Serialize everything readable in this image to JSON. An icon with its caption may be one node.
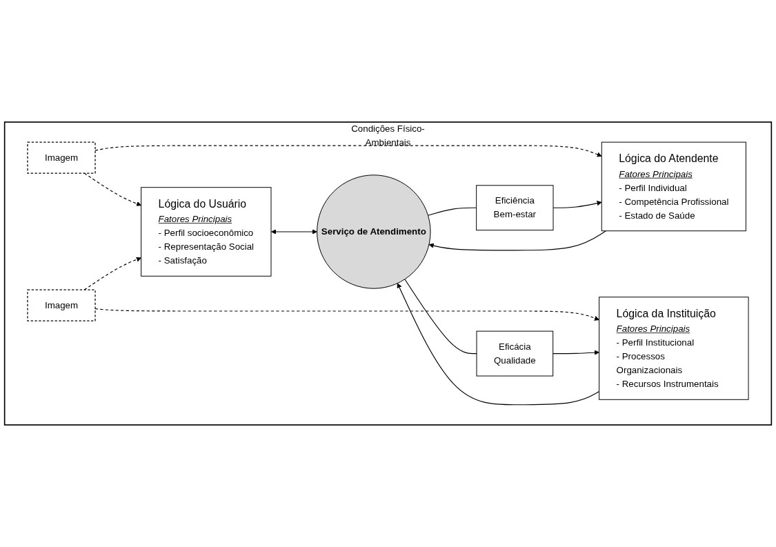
{
  "diagram": {
    "nodes": [
      {
        "text": [
          "Condições Físico-Ambientais"
        ]
      },
      {
        "text": [
          "Lógica do Usuário",
          "Fatores Principais",
          "- Perfil socioeconômico",
          "- Representação Social",
          "- Satisfação"
        ],
        "in": 0
      },
      {
        "text": [
          "Imagem"
        ],
        "in": 0
      },
      {
        "text": [
          "Imagem"
        ],
        "in": 0
      },
      {
        "text": [
          "Lógica do Atendente",
          "Fatores Principais",
          "- Perfil Individual",
          "- Competência Profissional",
          "- Estado de Saúde"
        ],
        "in": 0
      },
      {
        "text": [
          "Serviço de Atendimento"
        ],
        "in": 0
      },
      {
        "text": [
          "Lógica da Instituição",
          "Fatores Principais",
          "- Perfil Institucional",
          "- Processos Organizacionais",
          "- Recursos Instrumentais"
        ],
        "in": 0
      },
      {
        "text": [
          "Eficiência",
          "Bem-estar"
        ],
        "in": 0
      },
      {
        "text": [
          "Eficácia",
          "Qualidade"
        ],
        "in": 0
      }
    ],
    "edges": [
      {
        "from": 2,
        "to": 1,
        "arrow": "to",
        "style": "dashed"
      },
      {
        "from": 2,
        "to": 4,
        "arrow": "to",
        "style": "dashed"
      },
      {
        "from": 3,
        "to": 1,
        "arrow": "to",
        "style": "dashed"
      },
      {
        "from": 3,
        "to": 6,
        "arrow": "to",
        "style": "dashed"
      },
      {
        "from": 1,
        "to": 5,
        "arrow": "both"
      },
      {
        "from": 4,
        "to": 5,
        "arrow": "to"
      },
      {
        "from": 6,
        "to": 5,
        "arrow": "to"
      },
      {
        "from": 5,
        "to": 7,
        "arrow": "none"
      },
      {
        "from": 5,
        "to": 8,
        "arrow": "none"
      },
      {
        "from": 7,
        "to": 4,
        "arrow": "to"
      },
      {
        "from": 8,
        "to": 6,
        "arrow": "to"
      }
    ]
  }
}
